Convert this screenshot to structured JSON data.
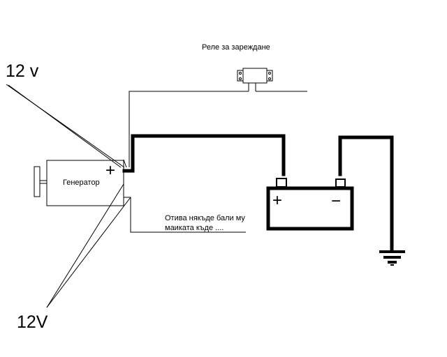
{
  "diagram": {
    "title": "Charging circuit wiring sketch",
    "labels": {
      "voltage_top": "12 v",
      "voltage_bottom": "12V",
      "relay": "Реле за зареждане",
      "generator": "Генератор",
      "note_line1": "Отива някъде бали му",
      "note_line2": "маиката къде ...."
    },
    "symbols": {
      "generator_terminal": "+",
      "battery_positive": "+",
      "battery_negative": "−"
    },
    "components": [
      {
        "id": "generator",
        "type": "generator",
        "label_key": "generator"
      },
      {
        "id": "relay",
        "type": "charging-relay",
        "label_key": "relay"
      },
      {
        "id": "battery",
        "type": "battery",
        "terminals": [
          "+",
          "−"
        ]
      },
      {
        "id": "ground",
        "type": "ground-symbol"
      }
    ],
    "colors": {
      "line": "#000000",
      "background": "#ffffff"
    }
  }
}
